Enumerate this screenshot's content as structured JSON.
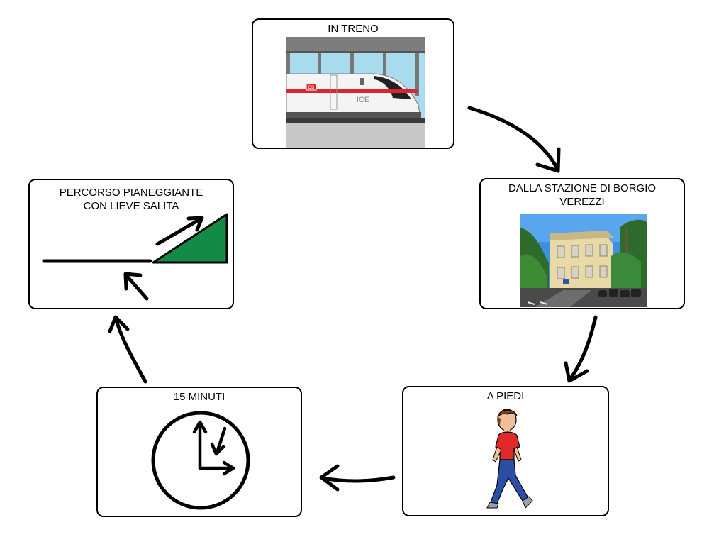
{
  "cards": {
    "train": {
      "title": "IN TRENO",
      "image": "high-speed-train-illustration",
      "train_label": "ICE",
      "badge": "DB"
    },
    "station": {
      "title": "DALLA STAZIONE DI BORGIO\nVEREZZI",
      "image": "station-building-photo"
    },
    "walk": {
      "title": "A PIEDI",
      "image": "walking-boy-illustration"
    },
    "time": {
      "title": "15 MINUTI",
      "image": "clock-icon"
    },
    "path": {
      "title": "PERCORSO PIANEGGIANTE\nCON LIEVE SALITA",
      "image": "flat-path-slight-slope-icon"
    }
  },
  "colors": {
    "slope": "#138a45",
    "train_red": "#d9262c",
    "sky": "#a8dcee",
    "shirt": "#e02a2a",
    "pants": "#2b4fa6"
  }
}
